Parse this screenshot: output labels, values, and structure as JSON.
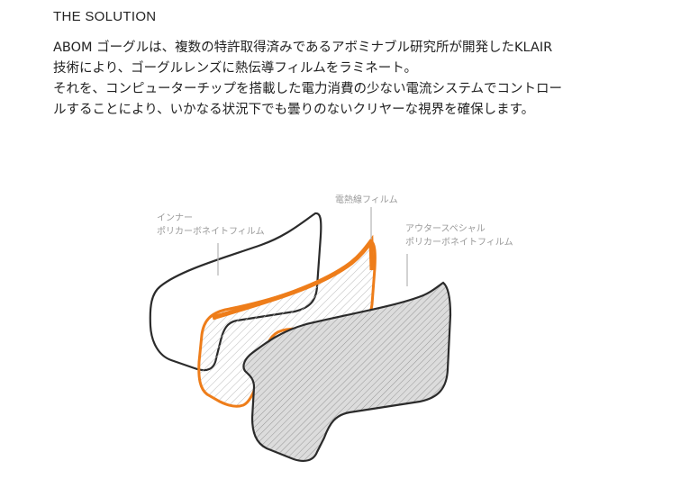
{
  "heading": "THE SOLUTION",
  "paragraphs": [
    {
      "lines": [
        "ABOM ゴーグルは、複数の特許取得済みであるアボミナブル研究所が開発したKLAIR",
        "技術により、ゴーグルレンズに熱伝導フィルムをラミネート。"
      ]
    },
    {
      "lines": [
        "それを、コンピューターチップを搭載した電力消費の少ない電流システムでコントロー",
        "ルすることにより、いかなる状況下でも曇りのないクリヤーな視界を確保します。"
      ]
    }
  ],
  "diagram": {
    "layers": [
      {
        "lines": [
          "インナー",
          "ポリカーボネイトフィルム"
        ]
      },
      {
        "lines": [
          "電熱線フィルム"
        ]
      },
      {
        "lines": [
          "アウタースペシャル",
          "ポリカーボネイトフィルム"
        ]
      }
    ],
    "colors": {
      "inner_stroke": "#2b2b2b",
      "heating_stroke": "#ee7d1a",
      "outer_stroke": "#2b2b2b",
      "outer_fill": "#d8d8d8",
      "hatch": "#9a9a9a",
      "label": "#9a9a9a",
      "leader": "#b5b5b5"
    }
  }
}
